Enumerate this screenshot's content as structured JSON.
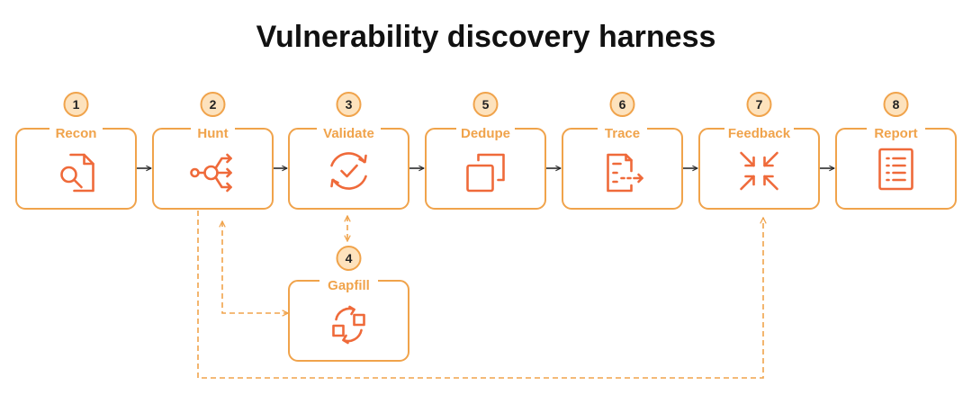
{
  "title": "Vulnerability discovery harness",
  "colors": {
    "box_stroke": "#f0a34b",
    "badge_fill": "#fde2bd",
    "icon_color": "#ef6a3a",
    "title_color": "#111111",
    "arrow_color": "#2b2b2b"
  },
  "stages": [
    {
      "id": "recon",
      "number": "1",
      "label": "Recon",
      "icon": "search-document-icon"
    },
    {
      "id": "hunt",
      "number": "2",
      "label": "Hunt",
      "icon": "branching-arrows-icon"
    },
    {
      "id": "validate",
      "number": "3",
      "label": "Validate",
      "icon": "refresh-check-icon"
    },
    {
      "id": "gapfill",
      "number": "4",
      "label": "Gapfill",
      "icon": "cycle-squares-icon"
    },
    {
      "id": "dedupe",
      "number": "5",
      "label": "Dedupe",
      "icon": "overlapping-squares-icon"
    },
    {
      "id": "trace",
      "number": "6",
      "label": "Trace",
      "icon": "document-arrow-icon"
    },
    {
      "id": "feedback",
      "number": "7",
      "label": "Feedback",
      "icon": "converging-arrows-icon"
    },
    {
      "id": "report",
      "number": "8",
      "label": "Report",
      "icon": "list-document-icon"
    }
  ]
}
